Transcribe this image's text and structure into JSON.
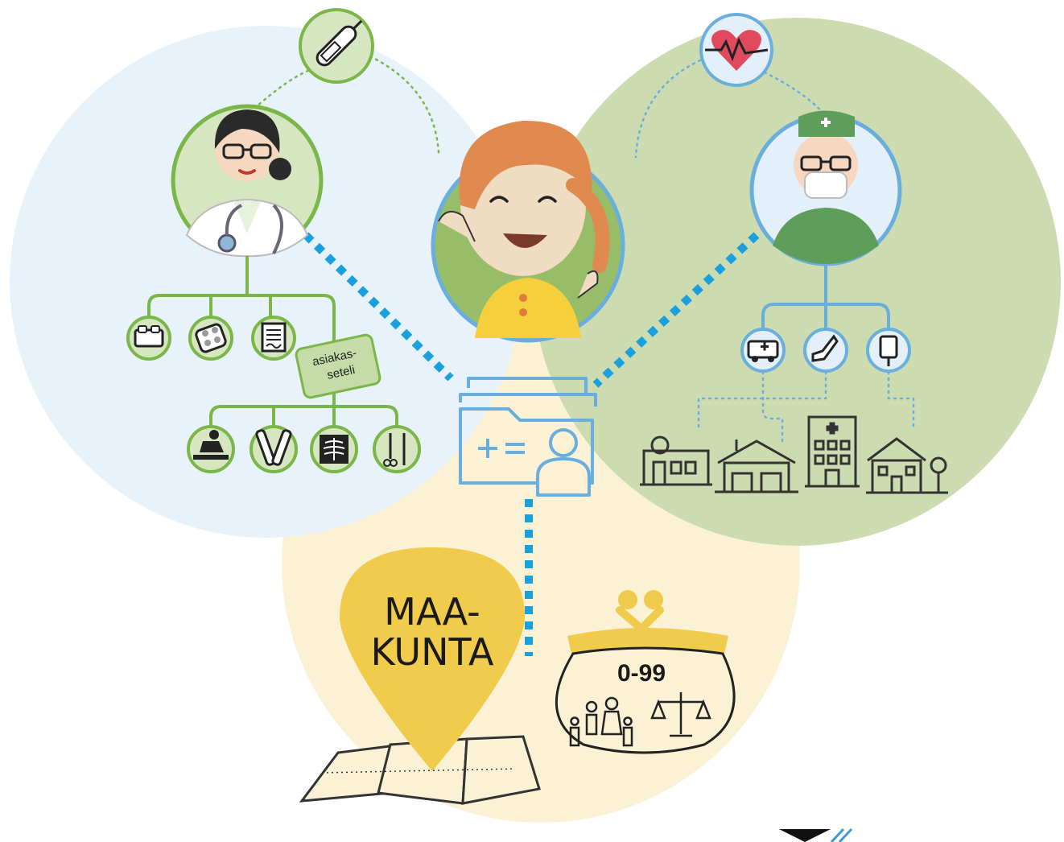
{
  "colors": {
    "left_circle": "#e8f2fb",
    "right_circle": "#cddcb0",
    "bottom_circle": "#fbf2d6",
    "node_green": "#7ab648",
    "node_fill": "#d6e6c0",
    "node_blue": "#6aaede",
    "dot_blue": "#1aa0dc",
    "yellow": "#f0cb4c"
  },
  "left_panel": {
    "top_icon": "thermometer-icon",
    "person": "doctor-female",
    "services_row1": [
      "bed-icon",
      "pills-icon",
      "document-icon"
    ],
    "voucher_line1": "asiakas-",
    "voucher_line2": "seteli",
    "services_row2": [
      "massage-icon",
      "test-tubes-icon",
      "xray-icon",
      "surgical-tools-icon"
    ]
  },
  "right_panel": {
    "top_icon": "heart-rate-icon",
    "person": "surgeon-male",
    "services": [
      "ambulance-icon",
      "cast-leg-icon",
      "iv-drip-icon"
    ],
    "buildings": [
      "clinic-icon",
      "ambulance-station-icon",
      "hospital-icon",
      "care-home-icon"
    ]
  },
  "center": {
    "person": "child-patient",
    "record_icon": "patient-record-folder-icon"
  },
  "bottom_panel": {
    "pin_line1": "MAA-",
    "pin_line2": "KUNTA",
    "purse_label": "0-99"
  }
}
